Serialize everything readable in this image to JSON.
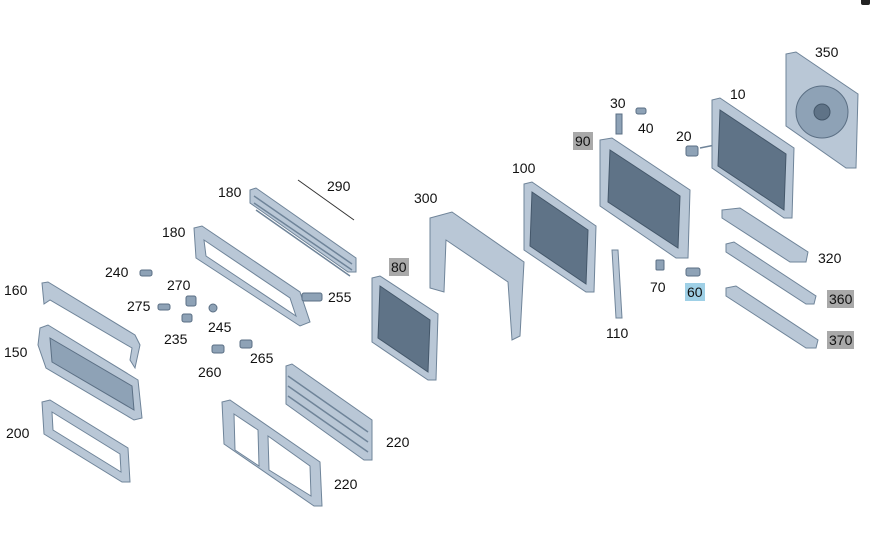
{
  "labels": {
    "p10": "10",
    "p20": "20",
    "p30": "30",
    "p40": "40",
    "p60": "60",
    "p70": "70",
    "p80": "80",
    "p90": "90",
    "p100": "100",
    "p110": "110",
    "p150": "150",
    "p160": "160",
    "p180a": "180",
    "p180b": "180",
    "p200": "200",
    "p220a": "220",
    "p220b": "220",
    "p235": "235",
    "p240": "240",
    "p245": "245",
    "p255": "255",
    "p260": "260",
    "p265": "265",
    "p270": "270",
    "p275": "275",
    "p290": "290",
    "p300": "300",
    "p320": "320",
    "p350": "350",
    "p360": "360",
    "p370": "370"
  },
  "colors": {
    "part_body": "#b9c7d6",
    "part_core": "#5f7387",
    "highlight_grey": "#a9a9a9",
    "highlight_blue": "#9fd0e6"
  }
}
